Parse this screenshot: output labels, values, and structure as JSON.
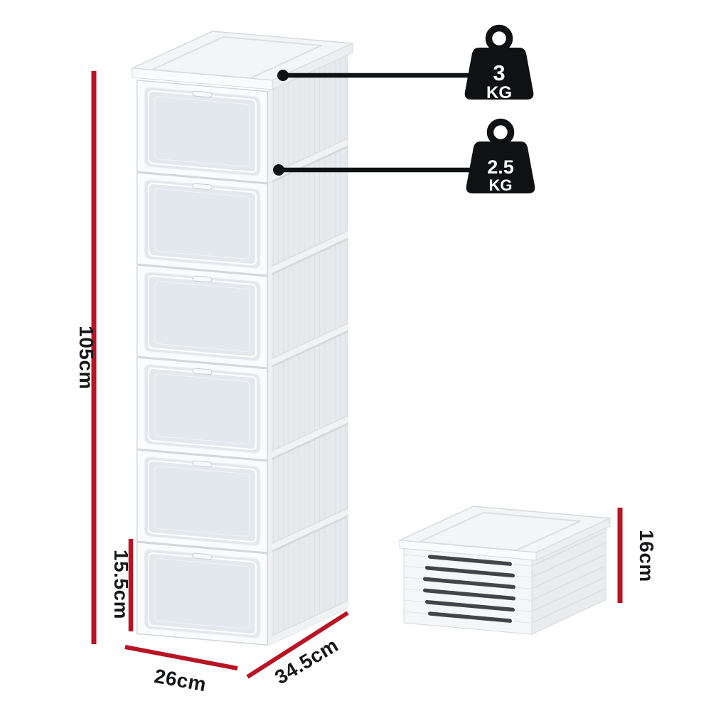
{
  "labels": {
    "total_height": "105cm",
    "single_box_height": "15.5cm",
    "width": "26cm",
    "depth": "34.5cm",
    "folded_height": "16cm"
  },
  "weights": {
    "top": {
      "value": "3",
      "unit": "KG"
    },
    "shelf": {
      "value": "2.5",
      "unit": "KG"
    }
  },
  "colors": {
    "annotation_red": "#b81423",
    "weight_black": "#101112"
  }
}
